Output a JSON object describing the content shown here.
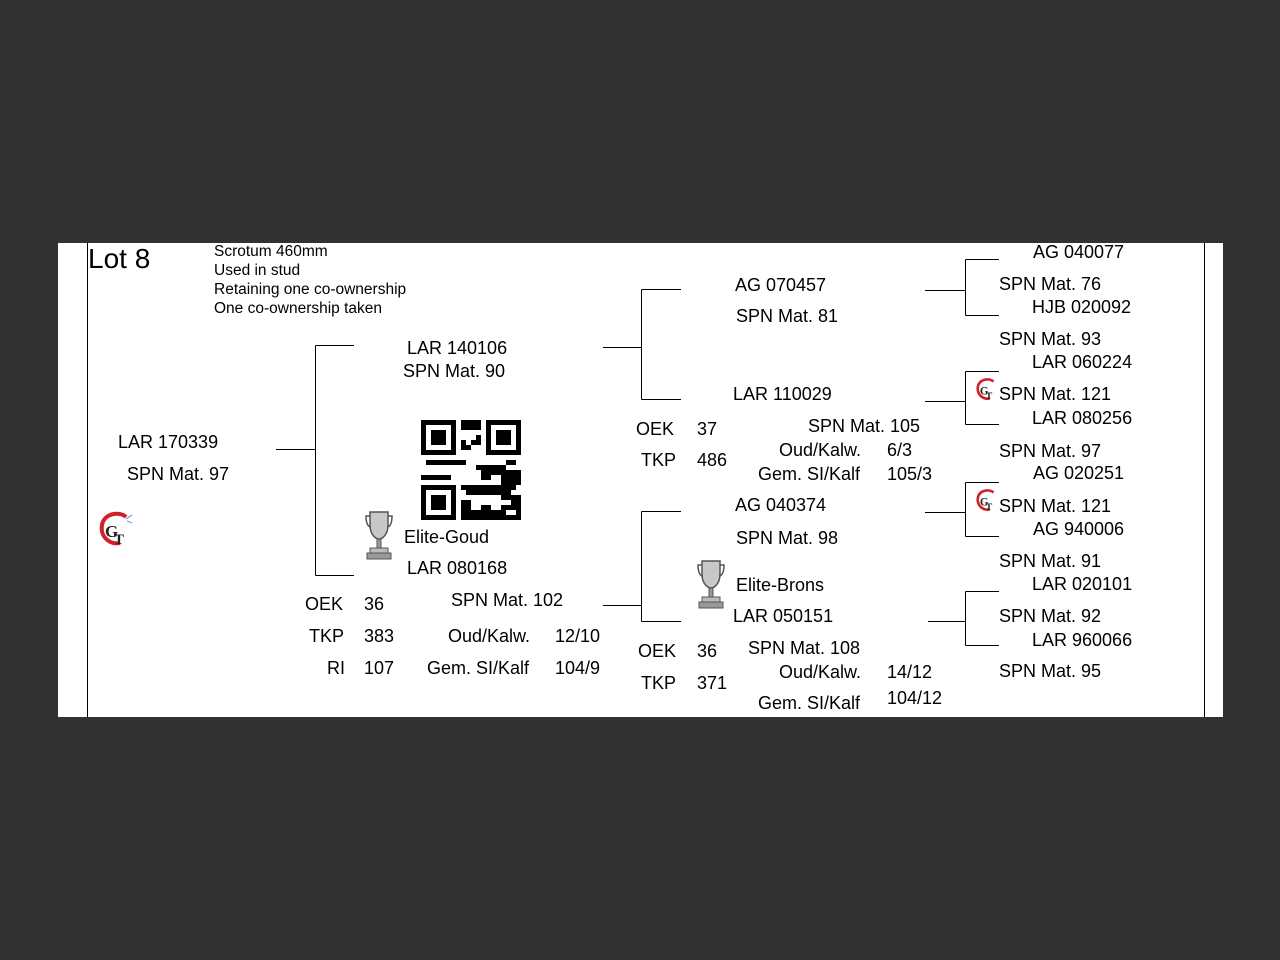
{
  "lot": {
    "label": "Lot 8"
  },
  "notes": [
    "Scrotum 460mm",
    "Used in stud",
    "Retaining one co-ownership",
    "One co-ownership taken"
  ],
  "subject": {
    "id": "LAR 170339",
    "mat": "SPN Mat. 97"
  },
  "sire": {
    "id": "LAR 140106",
    "mat": "SPN Mat. 90",
    "sire": {
      "id": "AG  070457",
      "mat": "SPN Mat. 81",
      "sire": {
        "id": "AG  040077",
        "mat": "SPN Mat. 76"
      },
      "dam": {
        "id": "HJB 020092",
        "mat": "SPN Mat. 93"
      }
    },
    "dam": {
      "id": "LAR 110029",
      "mat": "SPN Mat. 105",
      "oek_label": "OEK",
      "oek": "37",
      "tkp_label": "TKP",
      "tkp": "486",
      "oud_label": "Oud/Kalw.",
      "oud": "6/3",
      "gem_label": "Gem. SI/Kalf",
      "gem": "105/3",
      "sire": {
        "id": "LAR 060224",
        "mat": "SPN Mat. 121"
      },
      "dam": {
        "id": "LAR 080256",
        "mat": "SPN Mat. 97"
      }
    }
  },
  "dam": {
    "award": "Elite-Goud",
    "id": "LAR 080168",
    "mat": "SPN Mat. 102",
    "oek_label": "OEK",
    "oek": "36",
    "tkp_label": "TKP",
    "tkp": "383",
    "ri_label": "RI",
    "ri": "107",
    "oud_label": "Oud/Kalw.",
    "oud": "12/10",
    "gem_label": "Gem. SI/Kalf",
    "gem": "104/9",
    "sire": {
      "id": "AG  040374",
      "mat": "SPN Mat. 98",
      "sire": {
        "id": "AG  020251",
        "mat": "SPN Mat. 121"
      },
      "dam": {
        "id": "AG  940006",
        "mat": "SPN Mat. 91"
      }
    },
    "dam": {
      "award": "Elite-Brons",
      "id": "LAR 050151",
      "mat": "SPN Mat. 108",
      "oek_label": "OEK",
      "oek": "36",
      "tkp_label": "TKP",
      "tkp": "371",
      "oud_label": "Oud/Kalw.",
      "oud": "14/12",
      "gem_label": "Gem. SI/Kalf",
      "gem": "104/12",
      "sire": {
        "id": "LAR 020101",
        "mat": "SPN Mat. 92"
      },
      "dam": {
        "id": "LAR 960066",
        "mat": "SPN Mat. 95"
      }
    }
  },
  "logo": {
    "text": "GT",
    "color": "#d0202a"
  },
  "icons": {
    "trophy": "trophy-icon",
    "qr": "qr-code",
    "logo": "gt-logo"
  }
}
